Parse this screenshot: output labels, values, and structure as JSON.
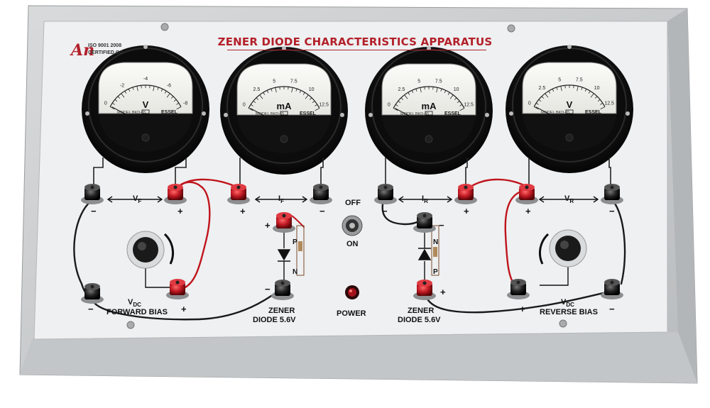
{
  "panel": {
    "title": "ZENER DIODE CHARACTERISTICS APPARATUS",
    "logo": {
      "mark": "An",
      "iso": "ISO 9001 2008",
      "certified": "CERTIFIED CO"
    }
  },
  "meters": [
    {
      "unit": "V",
      "scale": [
        "0",
        "-2",
        "-4",
        "-6",
        "-8"
      ],
      "model": "MODEL BKD-65",
      "brand": "ESSEL"
    },
    {
      "unit": "mA",
      "scale": [
        "0",
        "2.5",
        "5",
        "7.5",
        "10",
        "12.5"
      ],
      "model": "MODEL BKD-65",
      "brand": "ESSEL"
    },
    {
      "unit": "mA",
      "scale": [
        "0",
        "2.5",
        "5",
        "7.5",
        "10",
        "12.5"
      ],
      "model": "MODEL BKD-65",
      "brand": "ESSEL"
    },
    {
      "unit": "V",
      "scale": [
        "0",
        "2.5",
        "5",
        "7.5",
        "10",
        "12.5"
      ],
      "model": "MODEL BKD-65",
      "brand": "ESSEL"
    }
  ],
  "labels": {
    "vf": "V",
    "vf_sub": "F",
    "if": "I",
    "if_sub": "F",
    "ir": "I",
    "ir_sub": "R",
    "vr": "V",
    "vr_sub": "R",
    "off": "OFF",
    "on": "ON",
    "power": "POWER",
    "vdc_left": "V",
    "vdc_left_sub": "DC",
    "forward_bias": "FORWARD BIAS",
    "vdc_right": "V",
    "vdc_right_sub": "DC",
    "reverse_bias": "REVERSE BIAS",
    "zener_left_1": "ZENER",
    "zener_left_2": "DIODE 5.6V",
    "zener_right_1": "ZENER",
    "zener_right_2": "DIODE 5.6V",
    "p_left": "P",
    "n_left": "N",
    "n_right": "N",
    "p_right": "P",
    "plus": "+",
    "minus": "−"
  },
  "colors": {
    "wire_red": "#c0141c",
    "wire_black": "#1a1a1a",
    "panel": "#eef0f1",
    "cabinet": "#cdd0d2",
    "title": "#b3202a"
  }
}
